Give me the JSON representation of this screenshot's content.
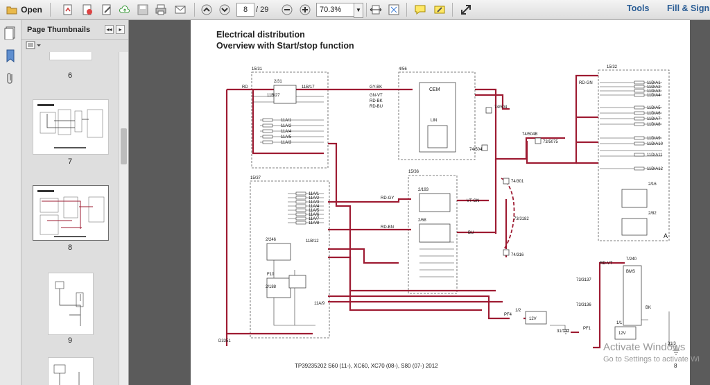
{
  "toolbar": {
    "open_label": "Open",
    "page_current": "8",
    "page_total": "/ 29",
    "zoom": "70.3%",
    "tools_label": "Tools",
    "fill_sign_label": "Fill & Sign"
  },
  "sidebar": {
    "title": "Page Thumbnails",
    "thumbnails": [
      {
        "label": "6"
      },
      {
        "label": "7"
      },
      {
        "label": "8"
      },
      {
        "label": "9"
      }
    ]
  },
  "document": {
    "title_line1": "Electrical distribution",
    "title_line2": "Overview with Start/stop function",
    "footer": "TP39235202 S60 (11-), XC60, XC70 (08-), S80 (07-) 2012",
    "page_number": "8",
    "doc_ref": "D3351",
    "diagram": {
      "box_labels": [
        "15/31",
        "4/56",
        "15/32",
        "15/36",
        "15/37",
        "7/240"
      ],
      "connectors": [
        "74/504",
        "74/504B",
        "73/5075",
        "74/301",
        "73/3182",
        "74/316",
        "73/3137",
        "73/3136",
        "1/2",
        "PF4",
        "PF1",
        "1/1",
        "31/131",
        "31/3"
      ],
      "relays": [
        "2/31",
        "2/246",
        "2/188",
        "2/193",
        "2/68",
        "2/16",
        "2/82"
      ],
      "fuses_left": [
        "11A/1",
        "11A/2",
        "11A/4",
        "11A/5",
        "11A/3"
      ],
      "fuses_mid": [
        "11A/1",
        "11A/2",
        "11A/3",
        "11A/4",
        "11A/5",
        "11A/6",
        "11A/7",
        "11A/8"
      ],
      "fuses_right": [
        "11D/A1",
        "11D/A2",
        "11D/A3",
        "11D/A4",
        "11D/A5",
        "11D/A6",
        "11D/A7",
        "11D/A8",
        "11D/A9",
        "11D/A10",
        "11D/A11",
        "11D/A12"
      ],
      "wire_labels": [
        "RD",
        "GY-BK",
        "GN-VT",
        "RD-BK",
        "RD-BU",
        "RD-GN",
        "RD-GY",
        "RD-BN",
        "VT-GN",
        "BU",
        "RD-VT",
        "BK"
      ],
      "module_labels": [
        "CEM",
        "LIN",
        "BMS",
        "12V"
      ],
      "fuse_tags": [
        "11B/27",
        "11B/17",
        "11B/12",
        "F10",
        "11A/9"
      ],
      "area_letter": "A"
    }
  },
  "watermark": {
    "line1": "Activate Windows",
    "line2": "Go to Settings to activate Wi"
  },
  "colors": {
    "wire": "#9e1b32",
    "link_blue": "#2a5d95",
    "toolbar_bg": "#e8e8e8"
  }
}
